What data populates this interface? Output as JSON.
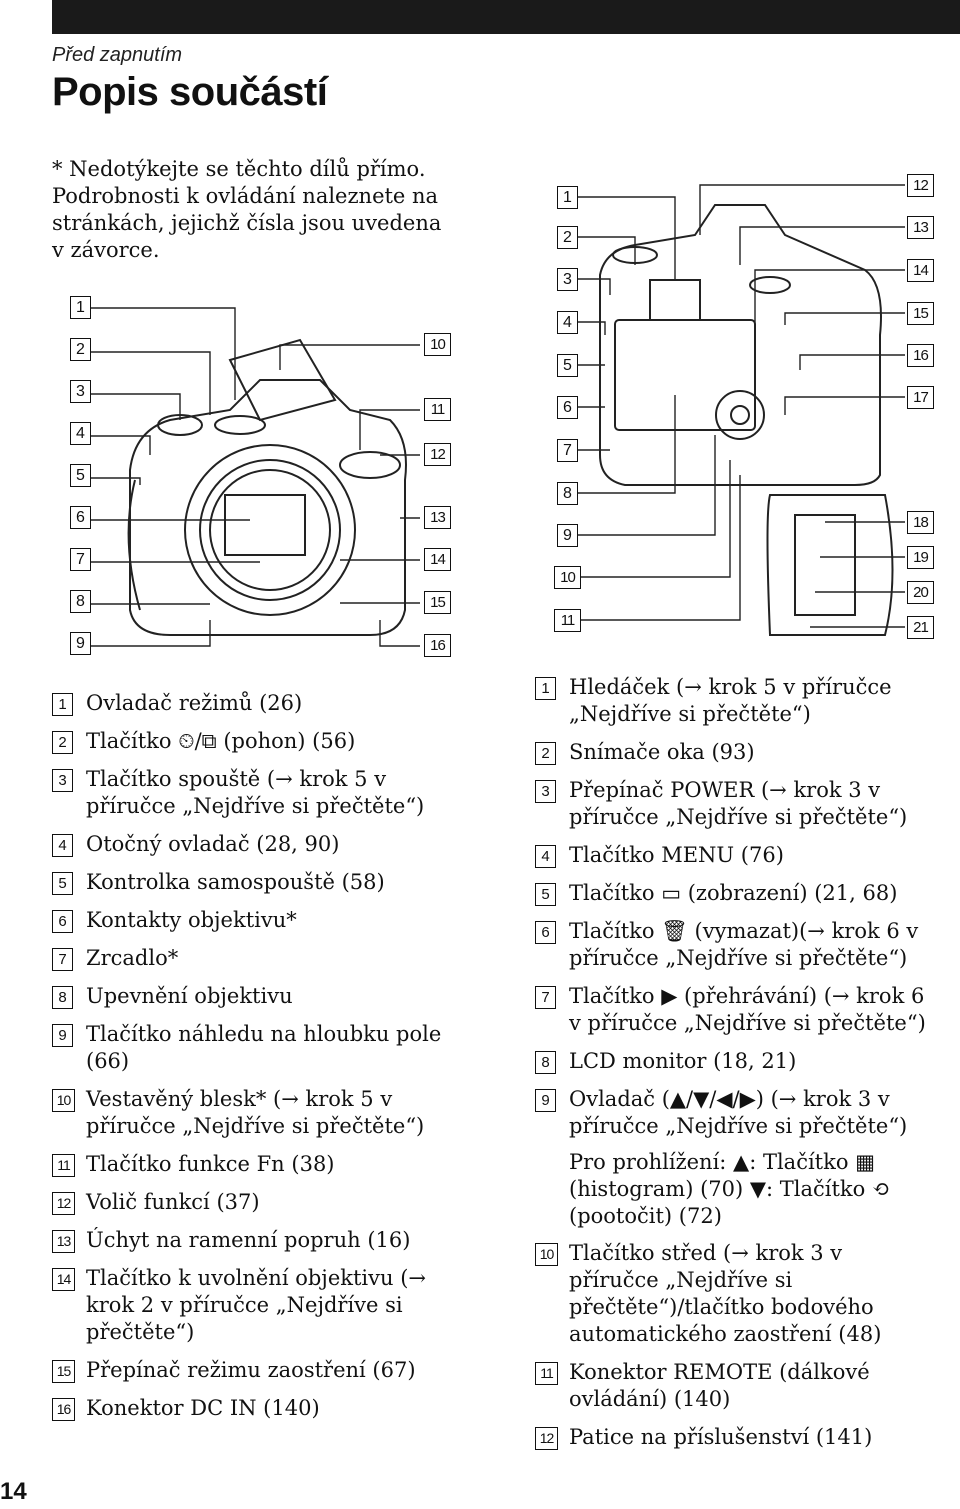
{
  "header": {
    "section": "Před zapnutím",
    "title": "Popis součástí"
  },
  "note": "* Nedotýkejte se těchto dílů přímo. Podrobnosti k ovládání naleznete na stránkách, jejichž čísla jsou uvedena v závorce.",
  "page_number": "14",
  "left_items": [
    {
      "num": "1",
      "text": "Ovladač režimů (26)"
    },
    {
      "num": "2",
      "text": "Tlačítko ⏲/⧉ (pohon) (56)"
    },
    {
      "num": "3",
      "text": "Tlačítko spouště (→ krok 5 v příručce „Nejdříve si přečtěte“)"
    },
    {
      "num": "4",
      "text": "Otočný ovladač (28, 90)"
    },
    {
      "num": "5",
      "text": "Kontrolka samospouště (58)"
    },
    {
      "num": "6",
      "text": "Kontakty objektivu*"
    },
    {
      "num": "7",
      "text": "Zrcadlo*"
    },
    {
      "num": "8",
      "text": "Upevnění objektivu"
    },
    {
      "num": "9",
      "text": "Tlačítko náhledu na hloubku pole (66)"
    },
    {
      "num": "10",
      "text": "Vestavěný blesk* (→ krok 5 v příručce „Nejdříve si přečtěte“)"
    },
    {
      "num": "11",
      "text": "Tlačítko funkce Fn (38)"
    },
    {
      "num": "12",
      "text": "Volič funkcí (37)"
    },
    {
      "num": "13",
      "text": "Úchyt na ramenní popruh (16)"
    },
    {
      "num": "14",
      "text": "Tlačítko k uvolnění objektivu (→ krok 2 v příručce „Nejdříve si přečtěte“)"
    },
    {
      "num": "15",
      "text": "Přepínač režimu zaostření (67)"
    },
    {
      "num": "16",
      "text": "Konektor DC IN (140)"
    }
  ],
  "right_items": [
    {
      "num": "1",
      "text": "Hledáček (→ krok 5 v příručce „Nejdříve si přečtěte“)"
    },
    {
      "num": "2",
      "text": "Snímače oka (93)"
    },
    {
      "num": "3",
      "text": "Přepínač POWER (→ krok 3 v příručce „Nejdříve si přečtěte“)"
    },
    {
      "num": "4",
      "text": "Tlačítko MENU (76)"
    },
    {
      "num": "5",
      "text": "Tlačítko ▭ (zobrazení) (21, 68)"
    },
    {
      "num": "6",
      "text": "Tlačítko 🗑 (vymazat)(→ krok 6 v příručce „Nejdříve si přečtěte“)"
    },
    {
      "num": "7",
      "text": "Tlačítko ▶ (přehrávání) (→ krok 6 v příručce „Nejdříve si přečtěte“)"
    },
    {
      "num": "8",
      "text": "LCD monitor (18, 21)"
    },
    {
      "num": "9",
      "text": "Ovladač (▲/▼/◀/▶) (→ krok 3 v příručce „Nejdříve si přečtěte“)"
    },
    {
      "num": "",
      "text": "Pro prohlížení: ▲: Tlačítko ▦ (histogram) (70) ▼: Tlačítko ⟲ (pootočit) (72)"
    },
    {
      "num": "10",
      "text": "Tlačítko střed (→ krok 3 v příručce „Nejdříve si přečtěte“)/tlačítko bodového automatického zaostření (48)"
    },
    {
      "num": "11",
      "text": "Konektor REMOTE (dálkové ovládání) (140)"
    },
    {
      "num": "12",
      "text": "Patice na příslušenství (141)"
    }
  ],
  "front_callouts": [
    "1",
    "2",
    "3",
    "4",
    "5",
    "6",
    "7",
    "8",
    "9",
    "10",
    "11",
    "12",
    "13",
    "14",
    "15",
    "16"
  ],
  "back_callouts": [
    "1",
    "2",
    "3",
    "4",
    "5",
    "6",
    "7",
    "8",
    "9",
    "10",
    "11",
    "12",
    "13",
    "14",
    "15",
    "16",
    "17",
    "18",
    "19",
    "20",
    "21"
  ]
}
